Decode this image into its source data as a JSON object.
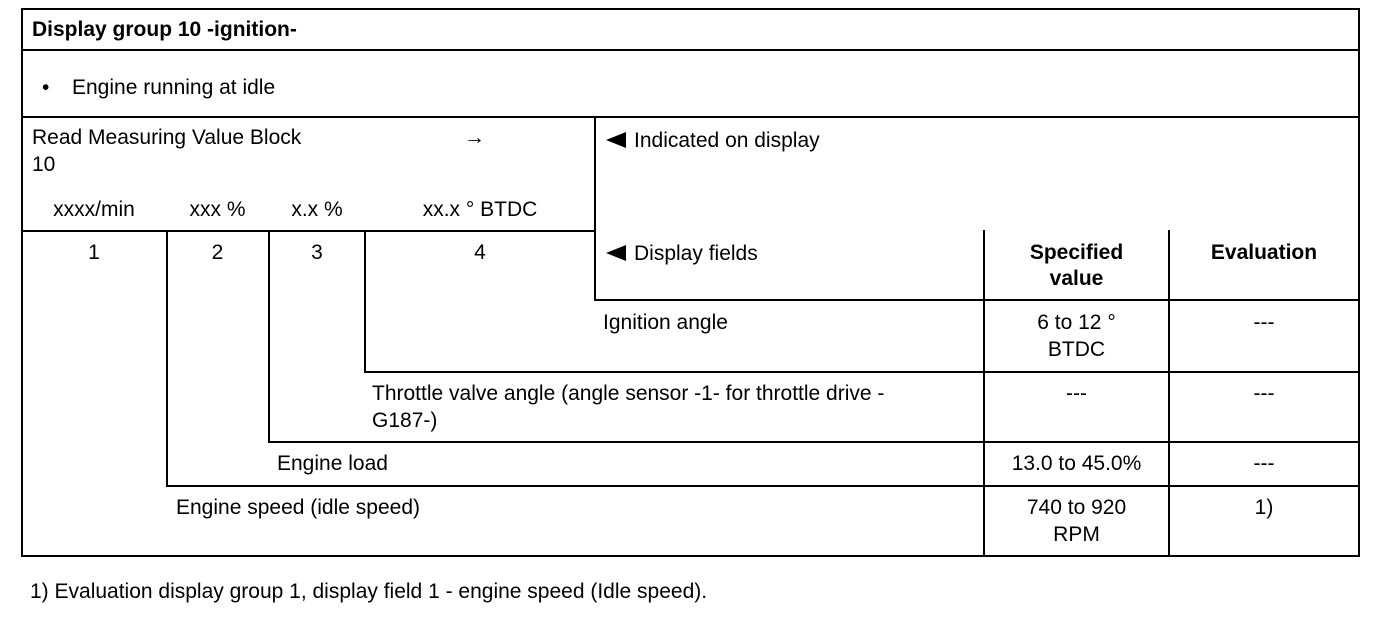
{
  "title": "Display group 10 -ignition-",
  "condition": {
    "bullet": "•",
    "text": "Engine running at idle"
  },
  "block": {
    "label_line1": "Read Measuring Value Block",
    "label_line2": "10",
    "arrow": "→",
    "indicated_label": "Indicated on display",
    "units": [
      "xxxx/min",
      "xxx %",
      "x.x %",
      "xx.x ° BTDC"
    ],
    "field_numbers": [
      "1",
      "2",
      "3",
      "4"
    ]
  },
  "columns": {
    "display_fields": "Display fields",
    "specified_line1": "Specified",
    "specified_line2": "value",
    "evaluation": "Evaluation"
  },
  "rows": [
    {
      "field": "Ignition angle",
      "spec_line1": "6 to 12 °",
      "spec_line2": "BTDC",
      "evaluation": "---"
    },
    {
      "field_line1": "Throttle valve angle (angle sensor -1- for throttle drive -",
      "field_line2": "G187-)",
      "spec": "---",
      "evaluation": "---"
    },
    {
      "field": "Engine load",
      "spec": "13.0 to 45.0%",
      "evaluation": "---"
    },
    {
      "field": "Engine speed (idle speed)",
      "spec_line1": "740 to 920",
      "spec_line2": "RPM",
      "evaluation": "1)"
    }
  ],
  "footnote": "1) Evaluation display group 1, display field 1 - engine speed (Idle speed)."
}
